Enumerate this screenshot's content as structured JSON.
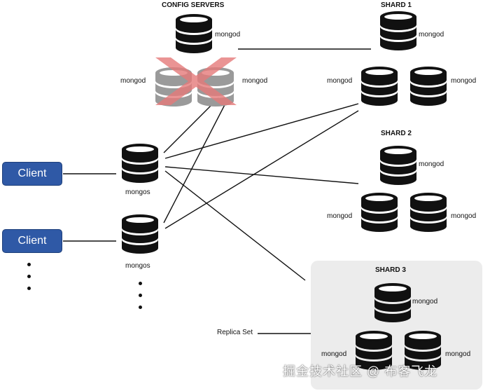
{
  "titles": {
    "config": "CONFIG SERVERS",
    "shard1": "SHARD 1",
    "shard2": "SHARD 2",
    "shard3": "SHARD 3"
  },
  "labels": {
    "mongod": "mongod",
    "mongos": "mongos",
    "replica_set": "Replica Set"
  },
  "clients": [
    "Client",
    "Client"
  ],
  "watermark": "掘金技术社区 @ 布客飞龙",
  "icons": {
    "database": "database-cylinder-icon",
    "failed": "failed-cross-icon"
  },
  "colors": {
    "client_fill": "#2f59a6",
    "db": "#111111",
    "failed_db": "#9a9a9a",
    "cross": "#e57a7a",
    "panel": "#ececec"
  }
}
